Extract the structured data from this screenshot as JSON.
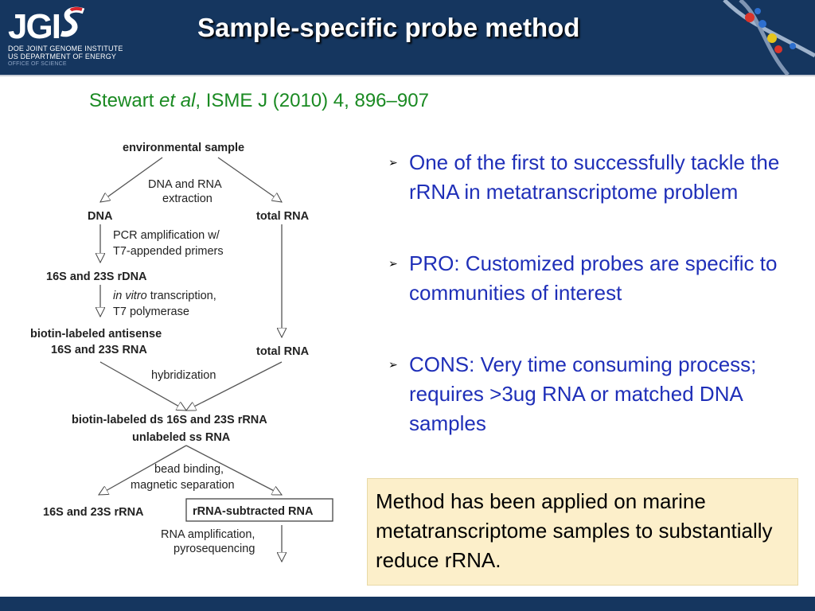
{
  "header": {
    "logo_text": "JGI",
    "logo_line1": "DOE JOINT GENOME INSTITUTE",
    "logo_line2": "US DEPARTMENT OF ENERGY",
    "logo_line3": "OFFICE OF SCIENCE",
    "title": "Sample-specific probe method",
    "background_color": "#15365f"
  },
  "citation": {
    "author": "Stewart ",
    "etal": "et al",
    "rest": ", ISME J (2010) 4, 896–907",
    "color": "#1a8a22"
  },
  "flowchart": {
    "environmental_sample": "environmental sample",
    "dna_rna_extraction_1": "DNA and RNA",
    "dna_rna_extraction_2": "extraction",
    "dna": "DNA",
    "total_rna_1": "total RNA",
    "pcr_1": "PCR amplification w/",
    "pcr_2": "T7-appended primers",
    "rdna": "16S and 23S rDNA",
    "invitro_italic": "in vitro",
    "invitro_rest": " transcription,",
    "t7": "T7 polymerase",
    "biotin_antisense_1": "biotin-labeled antisense",
    "biotin_antisense_2": "16S and 23S RNA",
    "total_rna_2": "total RNA",
    "hybridization": "hybridization",
    "biotin_ds": "biotin-labeled ds 16S and 23S rRNA",
    "unlabeled": "unlabeled ss RNA",
    "bead_1": "bead binding,",
    "bead_2": "magnetic separation",
    "rrna_16s23s": "16S and 23S rRNA",
    "subtracted": "rRNA-subtracted RNA",
    "amp_1": "RNA amplification,",
    "amp_2": "pyrosequencing"
  },
  "bullets": [
    "One of the first to successfully tackle the rRNA in metatranscriptome problem",
    "PRO: Customized probes are specific to communities of interest",
    "CONS: Very time consuming process; requires >3ug RNA or matched DNA samples"
  ],
  "bullet_color": "#1f2fb8",
  "callout": {
    "text": "Method has been applied on marine metatranscriptome samples to substantially reduce rRNA.",
    "background_color": "#fcefca"
  }
}
